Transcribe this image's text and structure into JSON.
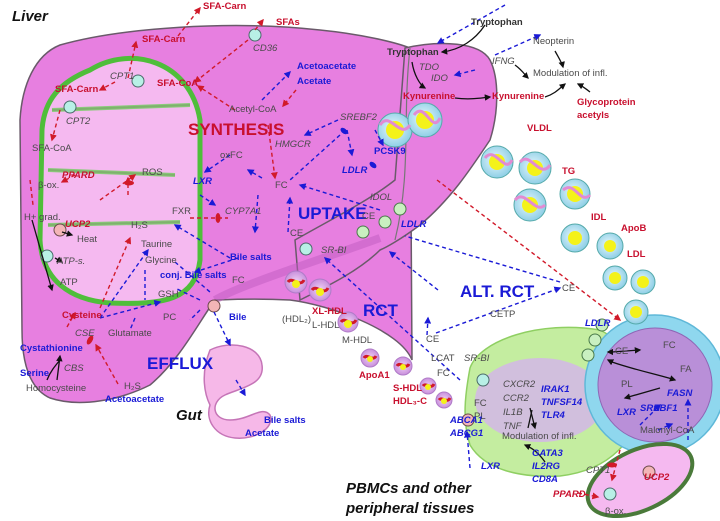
{
  "regions": {
    "liver": "Liver",
    "gut": "Gut",
    "pbmc_line1": "PBMCs and other",
    "pbmc_line2": "peripheral tissues"
  },
  "processes": {
    "synthesis": "SYNTHESIS",
    "uptake": "UPTAKE",
    "efflux": "EFFLUX",
    "rct": "RCT",
    "alt_rct": "ALT. RCT"
  },
  "liver_mito": {
    "sfa_carn_top": "SFA-Carn",
    "sfa_carn_mid": "SFA-Carn",
    "sfa_carn_inner": "SFA-Carn",
    "cpt1": "CPT1",
    "cpt2": "CPT2",
    "sfa_coa_outer": "SFA-CoA",
    "sfa_coa_inner": "SFA-CoA",
    "ppard": "PPARD",
    "beta_ox": "β-ox.",
    "h_grad": "H+ grad.",
    "ucp2": "UCP2",
    "heat": "Heat",
    "atp_s": "ATP-s.",
    "atp": "ATP",
    "ros": "ROS"
  },
  "liver_metab": {
    "sfas": "SFAs",
    "cd36": "CD36",
    "acetoacetate": "Acetoacetate",
    "acetate": "Acetate",
    "acetyl_coa": "Acetyl-CoA",
    "hmgcr": "HMGCR",
    "srebf2": "SREBF2",
    "pcsk9": "PCSK9",
    "ldlr_inner": "LDLR",
    "oxfc": "oxFC",
    "lxr": "LXR",
    "fc": "FC",
    "fxr": "FXR",
    "cyp7a1": "CYP7A1",
    "idol": "IDOL",
    "ce_uptake": "CE",
    "ldlr_membrane": "LDLR",
    "ce_srbi": "CE",
    "sr_bi": "SR-BI",
    "bile_salts": "Bile salts",
    "conj_bile_salts": "conj. Bile salts",
    "fc_efflux": "FC",
    "h2s": "H₂S",
    "taurine": "Taurine",
    "glycine": "Glycine",
    "gsh": "GSH",
    "pc": "PC",
    "bile": "Bile",
    "cysteine": "Cysteine",
    "glutamate": "Glutamate",
    "cse": "CSE",
    "cystathionine": "Cystathionine",
    "serine": "Serine",
    "cbs": "CBS",
    "homocysteine": "Homocysteine",
    "h2s_out": "H₂S",
    "acetoacetate_out": "Acetoacetate"
  },
  "gut": {
    "bile_salts": "Bile salts",
    "acetate": "Acetate"
  },
  "tryptophan": {
    "tryptophan_out": "Tryptophan",
    "tryptophan_in": "Tryptophan",
    "tdo": "TDO",
    "ido": "IDO",
    "kynurenine_in": "Kynurenine",
    "kynurenine_out": "Kynurenine",
    "ifng": "IFNG",
    "neopterin": "Neopterin",
    "modulation": "Modulation of infl.",
    "glyco_line1": "Glycoprotein",
    "glyco_line2": "acetyls"
  },
  "lipoproteins": {
    "vldl": "VLDL",
    "tg": "TG",
    "idl": "IDL",
    "apob": "ApoB",
    "ldl": "LDL",
    "ldlr_adipo": "LDLR",
    "ce_alt": "CE",
    "cetp": "CETP"
  },
  "hdl": {
    "xl_hdl": "XL-HDL",
    "hdl2": "(HDL₂)",
    "l_hdl": "L-HDL",
    "m_hdl": "M-HDL",
    "apoa1": "ApoA1",
    "s_hdl": "S-HDL",
    "hdl3c": "HDL₃-C",
    "ce": "CE",
    "lcat": "LCAT",
    "fc": "FC"
  },
  "pbmc": {
    "sr_bi": "SR-BI",
    "fc": "FC",
    "pl": "PL",
    "abca1": "ABCA1",
    "abcg1": "ABCG1",
    "lxr": "LXR",
    "cxcr2": "CXCR2",
    "ccr2": "CCR2",
    "il1b": "IL1B",
    "tnf": "TNF",
    "irak1": "IRAK1",
    "tnfsf14": "TNFSF14",
    "tlr4": "TLR4",
    "modulation": "Modulation of infl.",
    "gata3": "GATA3",
    "il2rg": "IL2RG",
    "cd8a": "CD8A"
  },
  "adipo": {
    "ce": "CE",
    "fc": "FC",
    "fa": "FA",
    "pl": "PL",
    "lxr": "LXR",
    "fasn": "FASN",
    "srebf1": "SREBF1",
    "malonyl_coa": "Malonyl-CoA",
    "cpt1": "CPT1",
    "ucp2": "UCP2",
    "ppard": "PPARD",
    "beta_ox": "β-ox."
  },
  "colors": {
    "liver_pink": "#e77fe0",
    "liver_outline": "#6a5a6a",
    "mito_green": "#5fd14a",
    "red_text": "#c8102e",
    "blue_text": "#1a1ad6",
    "pbmc_green": "#c4eda0",
    "adipo_purple": "#b98fd8",
    "adipo_blue": "#8fd7ee",
    "transporter_teal": "#b8f0e6",
    "lipid_yellow": "#f4f21a"
  }
}
